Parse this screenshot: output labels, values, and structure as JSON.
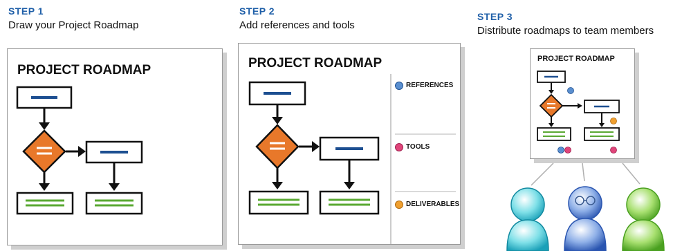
{
  "steps": [
    {
      "label": "STEP 1",
      "description": "Draw your Project Roadmap"
    },
    {
      "label": "STEP 2",
      "description": "Add references and tools"
    },
    {
      "label": "STEP 3",
      "description": "Distribute roadmaps to team members"
    }
  ],
  "roadmap_title": "PROJECT ROADMAP",
  "sidebar": {
    "references": "REFERENCES",
    "tools": "TOOLS",
    "deliverables": "DELIVERABLES"
  },
  "colors": {
    "step_blue": "#1f5fa8",
    "bar_blue": "#1d4f91",
    "bar_green": "#5aa832",
    "diamond_orange": "#e8782a",
    "ref_blue": "#5a8fd0",
    "tool_pink": "#e0457a",
    "deliv_orange": "#f0a030"
  },
  "icons": [
    "reference-dot-icon",
    "tool-dot-icon",
    "deliverable-dot-icon",
    "team-member-icon"
  ]
}
